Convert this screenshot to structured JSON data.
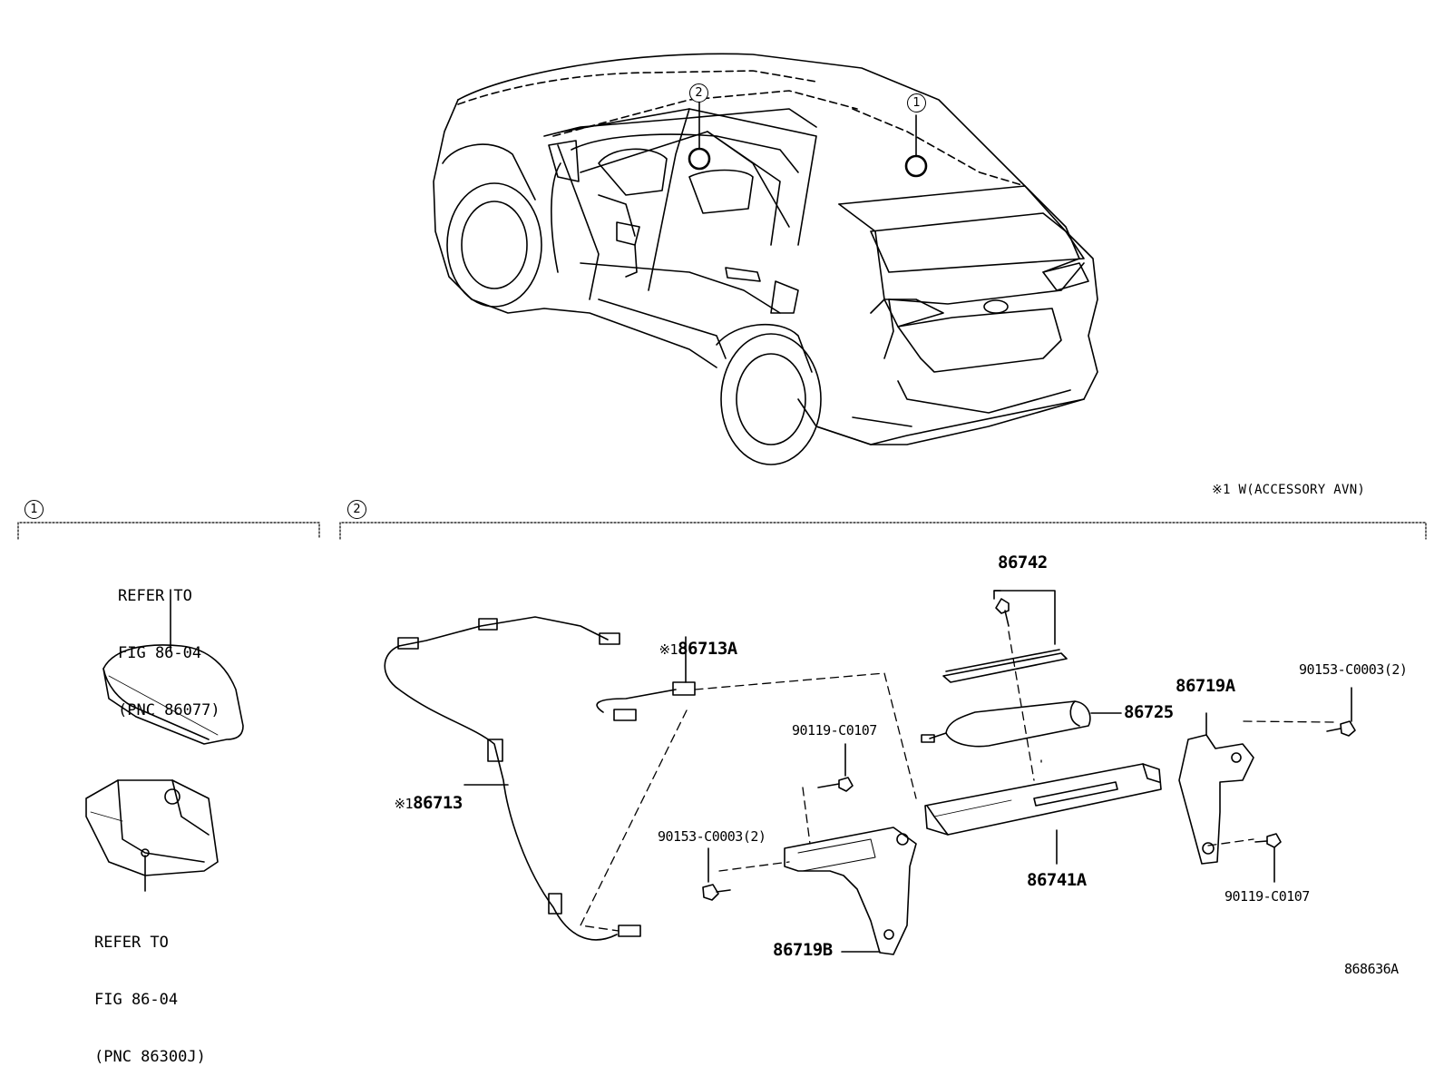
{
  "diagram": {
    "figure_code": "868636A",
    "note": "※1 W(ACCESSORY AVN)",
    "vehicle": {
      "callout_1": "1",
      "callout_2": "2"
    },
    "section_1": {
      "marker": "1",
      "refer_upper": {
        "line1": "REFER TO",
        "line2": "FIG 86-04",
        "line3": "(PNC 86077)"
      },
      "refer_lower": {
        "line1": "REFER TO",
        "line2": "FIG 86-04",
        "line3": "(PNC 86300J)"
      }
    },
    "section_2": {
      "marker": "2",
      "parts": {
        "p86742": "86742",
        "p86713A": "86713A",
        "p86713A_mark": "※1",
        "p86713": "86713",
        "p86713_mark": "※1",
        "p86725": "86725",
        "p86719A": "86719A",
        "p90153_right": "90153-C0003(2)",
        "p90119_upper": "90119-C0107",
        "p90153_left": "90153-C0003(2)",
        "p86741A": "86741A",
        "p90119_lower": "90119-C0107",
        "p86719B": "86719B"
      }
    }
  }
}
